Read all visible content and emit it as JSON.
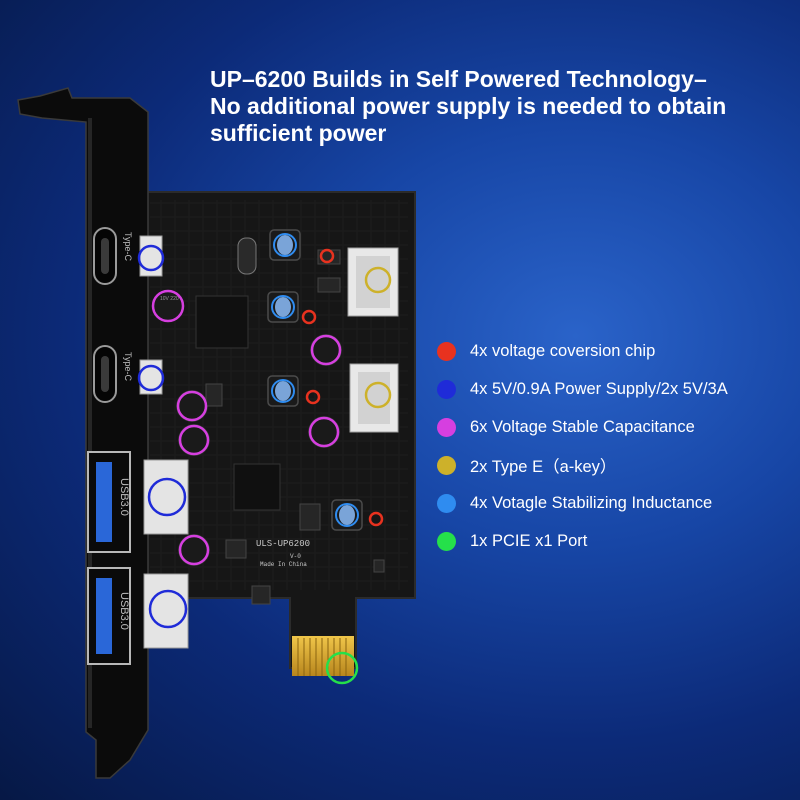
{
  "headline": {
    "line1": "UP–6200 Builds in Self Powered Technology–",
    "line2": "No additional power supply is needed to obtain",
    "line3": "sufficient power"
  },
  "legend": [
    {
      "label": "4x voltage coversion chip",
      "color": "#e8321f"
    },
    {
      "label": "4x 5V/0.9A Power Supply/2x 5V/3A",
      "color": "#1f2bd8"
    },
    {
      "label": "6x Voltage Stable Capacitance",
      "color": "#d63fe0"
    },
    {
      "label": "2x Type E（a-key）",
      "color": "#cdb12a"
    },
    {
      "label": "4x Votagle Stabilizing Inductance",
      "color": "#2f8cf0"
    },
    {
      "label": "1x PCIE x1 Port",
      "color": "#25e04a"
    }
  ],
  "board": {
    "port_labels": {
      "typec_1": "Type-C",
      "typec_2": "Type-C",
      "usb_1": "USB3.0",
      "usb_2": "USB3.0"
    },
    "model": "ULS-UP6200",
    "revision": "V-0",
    "made_in": "Made In China",
    "cap_marking": "10V 220"
  },
  "colors": {
    "pcb": "#161616",
    "bracket": "#0b0b0b",
    "gold": "#d9a92c",
    "port_white": "#e4e4e4",
    "usb_blue": "#2a67d8"
  }
}
